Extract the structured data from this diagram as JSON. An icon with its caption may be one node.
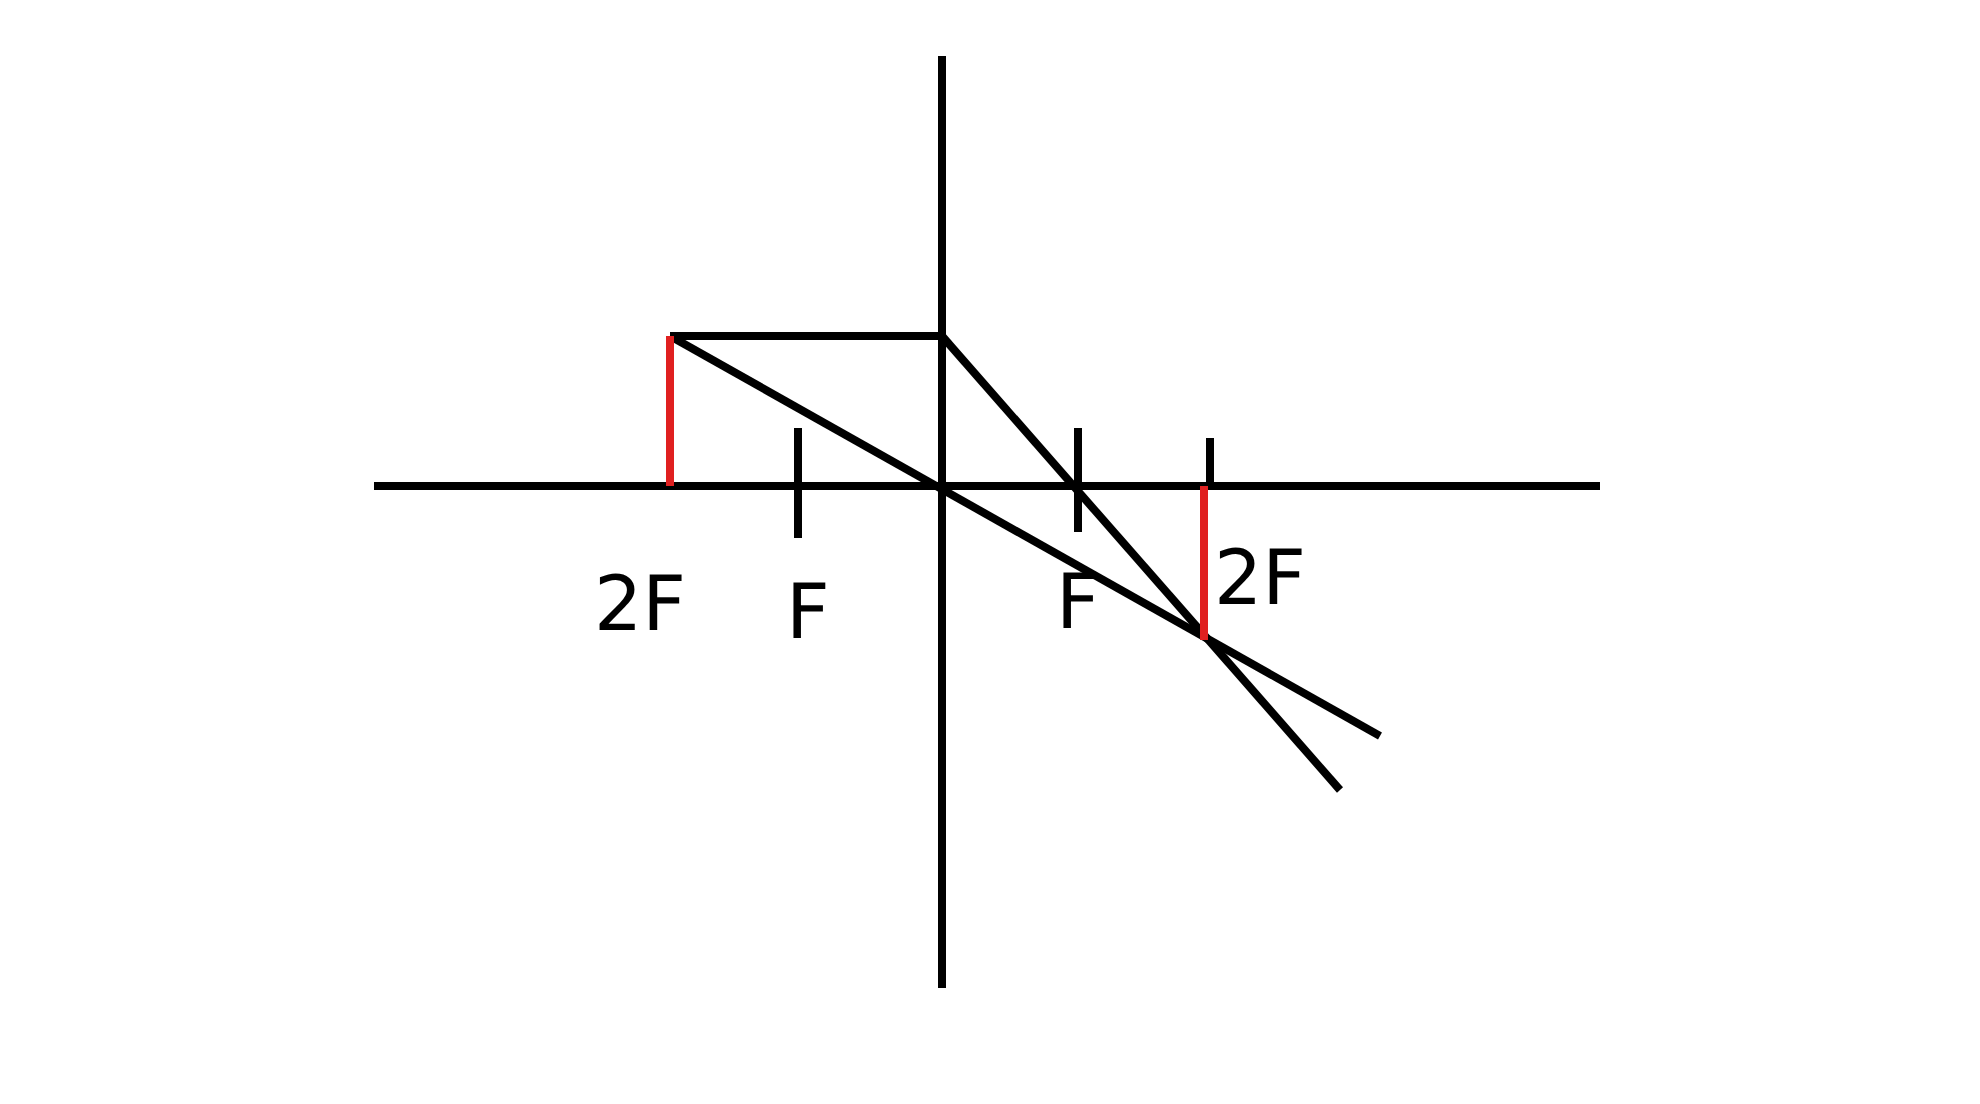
{
  "diagram": {
    "labels": [
      "2F",
      "F",
      "F",
      "2F"
    ]
  }
}
